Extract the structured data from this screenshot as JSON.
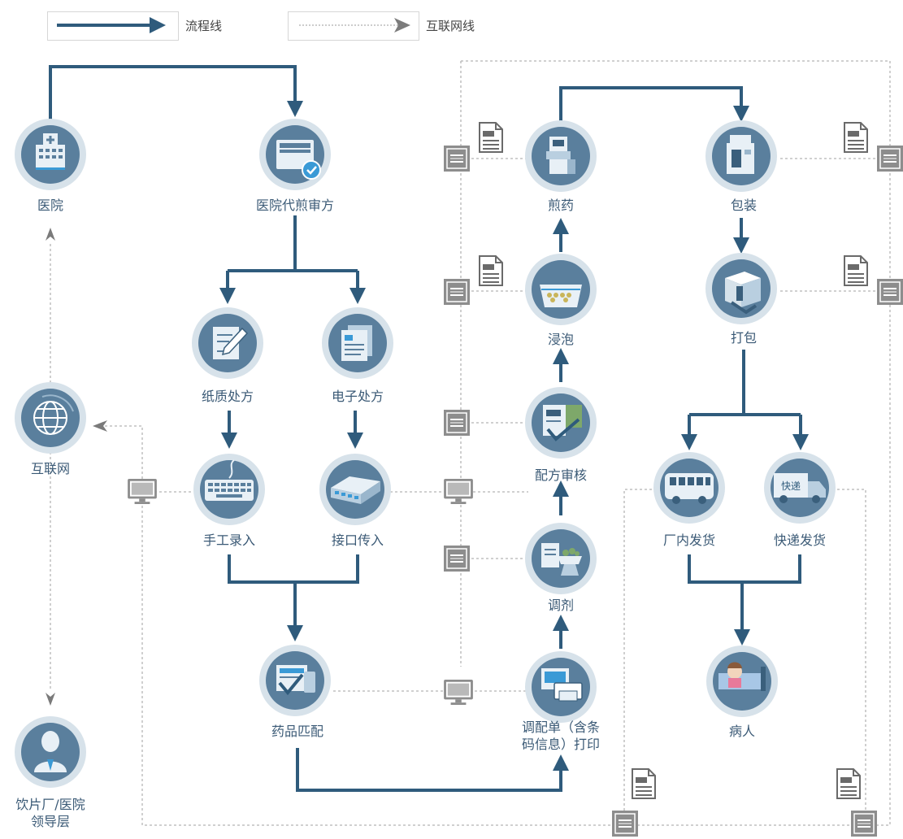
{
  "legend": {
    "flow_line": "流程线",
    "internet_line": "互联网线"
  },
  "nodes": {
    "hospital": "医院",
    "hospital_review": "医院代煎审方",
    "paper_rx": "纸质处方",
    "e_rx": "电子处方",
    "manual_input": "手工录入",
    "interface_input": "接口传入",
    "drug_match": "药品匹配",
    "internet": "互联网",
    "leader_line1": "饮片厂/医院",
    "leader_line2": "领导层",
    "decoct": "煎药",
    "soak": "浸泡",
    "recipe_review": "配方审核",
    "dispense": "调剂",
    "print_line1": "调配单（含条",
    "print_line2": "码信息）打印",
    "package": "包装",
    "pack": "打包",
    "factory_ship": "厂内发货",
    "express_ship": "快递发货",
    "patient": "病人"
  },
  "icon_text": {
    "express_truck": "快递"
  },
  "colors": {
    "flow": "#2f5b7c",
    "dashed": "#b5b5b5",
    "circle_bg": "#d7e2ea",
    "circle_fg": "#5a7f9d",
    "label": "#3b5a76"
  }
}
